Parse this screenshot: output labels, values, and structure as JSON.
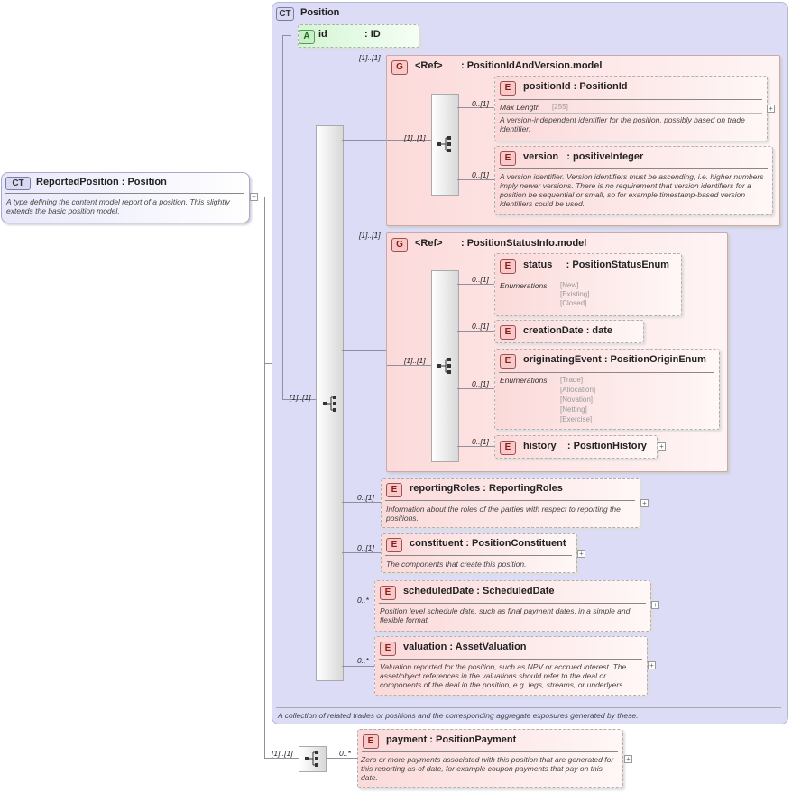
{
  "root": {
    "badge": "CT",
    "title": "ReportedPosition : Position",
    "desc": "A type defining the content model report of a position. This slightly extends the basic position model."
  },
  "position": {
    "badge": "CT",
    "title": "Position",
    "desc": "A collection of related trades or positions and the corresponding aggregate exposures generated by these."
  },
  "attr_id": {
    "badge": "A",
    "name": "id",
    "type": ": ID"
  },
  "group1": {
    "badge": "G",
    "ref": "<Ref>",
    "type": ": PositionIdAndVersion.model",
    "card": "[1]..[1]",
    "seq_card": "[1]..[1]"
  },
  "positionId": {
    "badge": "E",
    "title": "positionId : PositionId",
    "card": "0..[1]",
    "facet_label": "Max Length",
    "facet_value": "[255]",
    "desc": "A version-independent identifier for the position, possibly based on trade identifier."
  },
  "version": {
    "badge": "E",
    "title": "version   : positiveInteger",
    "card": "0..[1]",
    "desc": "A version identifier. Version identifiers must be ascending, i.e. higher numbers imply newer versions. There is no requirement that version identifiers for a position be sequential or small, so for example timestamp-based version identifiers could be used."
  },
  "group2": {
    "badge": "G",
    "ref": "<Ref>",
    "type": ": PositionStatusInfo.model",
    "card": "[1]..[1]",
    "seq_card": "[1]..[1]"
  },
  "status": {
    "badge": "E",
    "title": "status     : PositionStatusEnum",
    "card": "0..[1]",
    "facet_label": "Enumerations",
    "values": [
      "[New]",
      "[Existing]",
      "[Closed]"
    ]
  },
  "creationDate": {
    "badge": "E",
    "title": "creationDate : date",
    "card": "0..[1]"
  },
  "originatingEvent": {
    "badge": "E",
    "title": "originatingEvent : PositionOriginEnum",
    "card": "0..[1]",
    "facet_label": "Enumerations",
    "values": [
      "[Trade]",
      "[Allocation]",
      "[Novation]",
      "[Netting]",
      "[Exercise]"
    ]
  },
  "history": {
    "badge": "E",
    "title": "history    : PositionHistory",
    "card": "0..[1]"
  },
  "main_seq": {
    "card": "[1]..[1]"
  },
  "reportingRoles": {
    "badge": "E",
    "title": "reportingRoles : ReportingRoles",
    "card": "0..[1]",
    "desc": "Information about the roles of the parties with respect to reporting the positions."
  },
  "constituent": {
    "badge": "E",
    "title": "constituent : PositionConstituent",
    "card": "0..[1]",
    "desc": "The components that create this position."
  },
  "scheduledDate": {
    "badge": "E",
    "title": "scheduledDate : ScheduledDate",
    "card": "0..*",
    "desc": "Position level schedule date, such as final payment dates, in a simple and flexible format."
  },
  "valuation": {
    "badge": "E",
    "title": "valuation : AssetValuation",
    "card": "0..*",
    "desc": "Valuation reported for the position, such as NPV or accrued interest. The asset/object references in the valuations should refer to the deal or components of the deal in the position, e.g. legs, streams, or underlyers."
  },
  "outer_seq": {
    "card": "[1]..[1]"
  },
  "payment": {
    "badge": "E",
    "title": "payment : PositionPayment",
    "card": "0..*",
    "desc": "Zero or more payments associated with this position that are generated for this reporting as-of date, for example coupon payments that pay on this date."
  }
}
